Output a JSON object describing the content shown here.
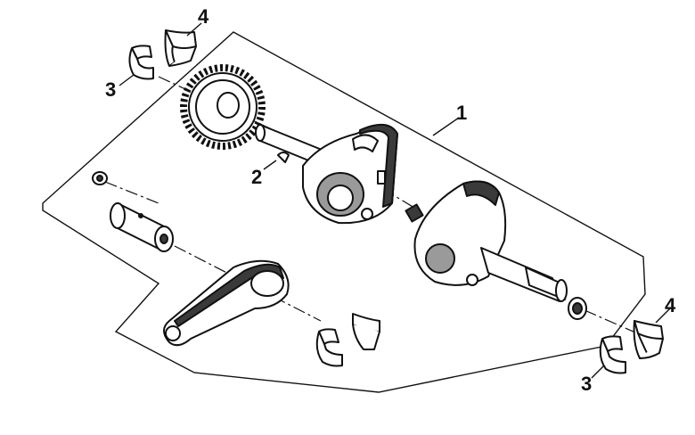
{
  "callouts": {
    "crankshaft_assembly": "1",
    "key": "2",
    "bearing_shell_left_top": "3",
    "bearing_shell_left_top_upper": "4",
    "bearing_shell_right": "3",
    "bearing_shell_right_upper": "4"
  },
  "colors": {
    "line": "#111111",
    "part_fill": "#ffffff",
    "part_shade": "#3a3a3a",
    "part_mid": "#9a9a9a"
  }
}
